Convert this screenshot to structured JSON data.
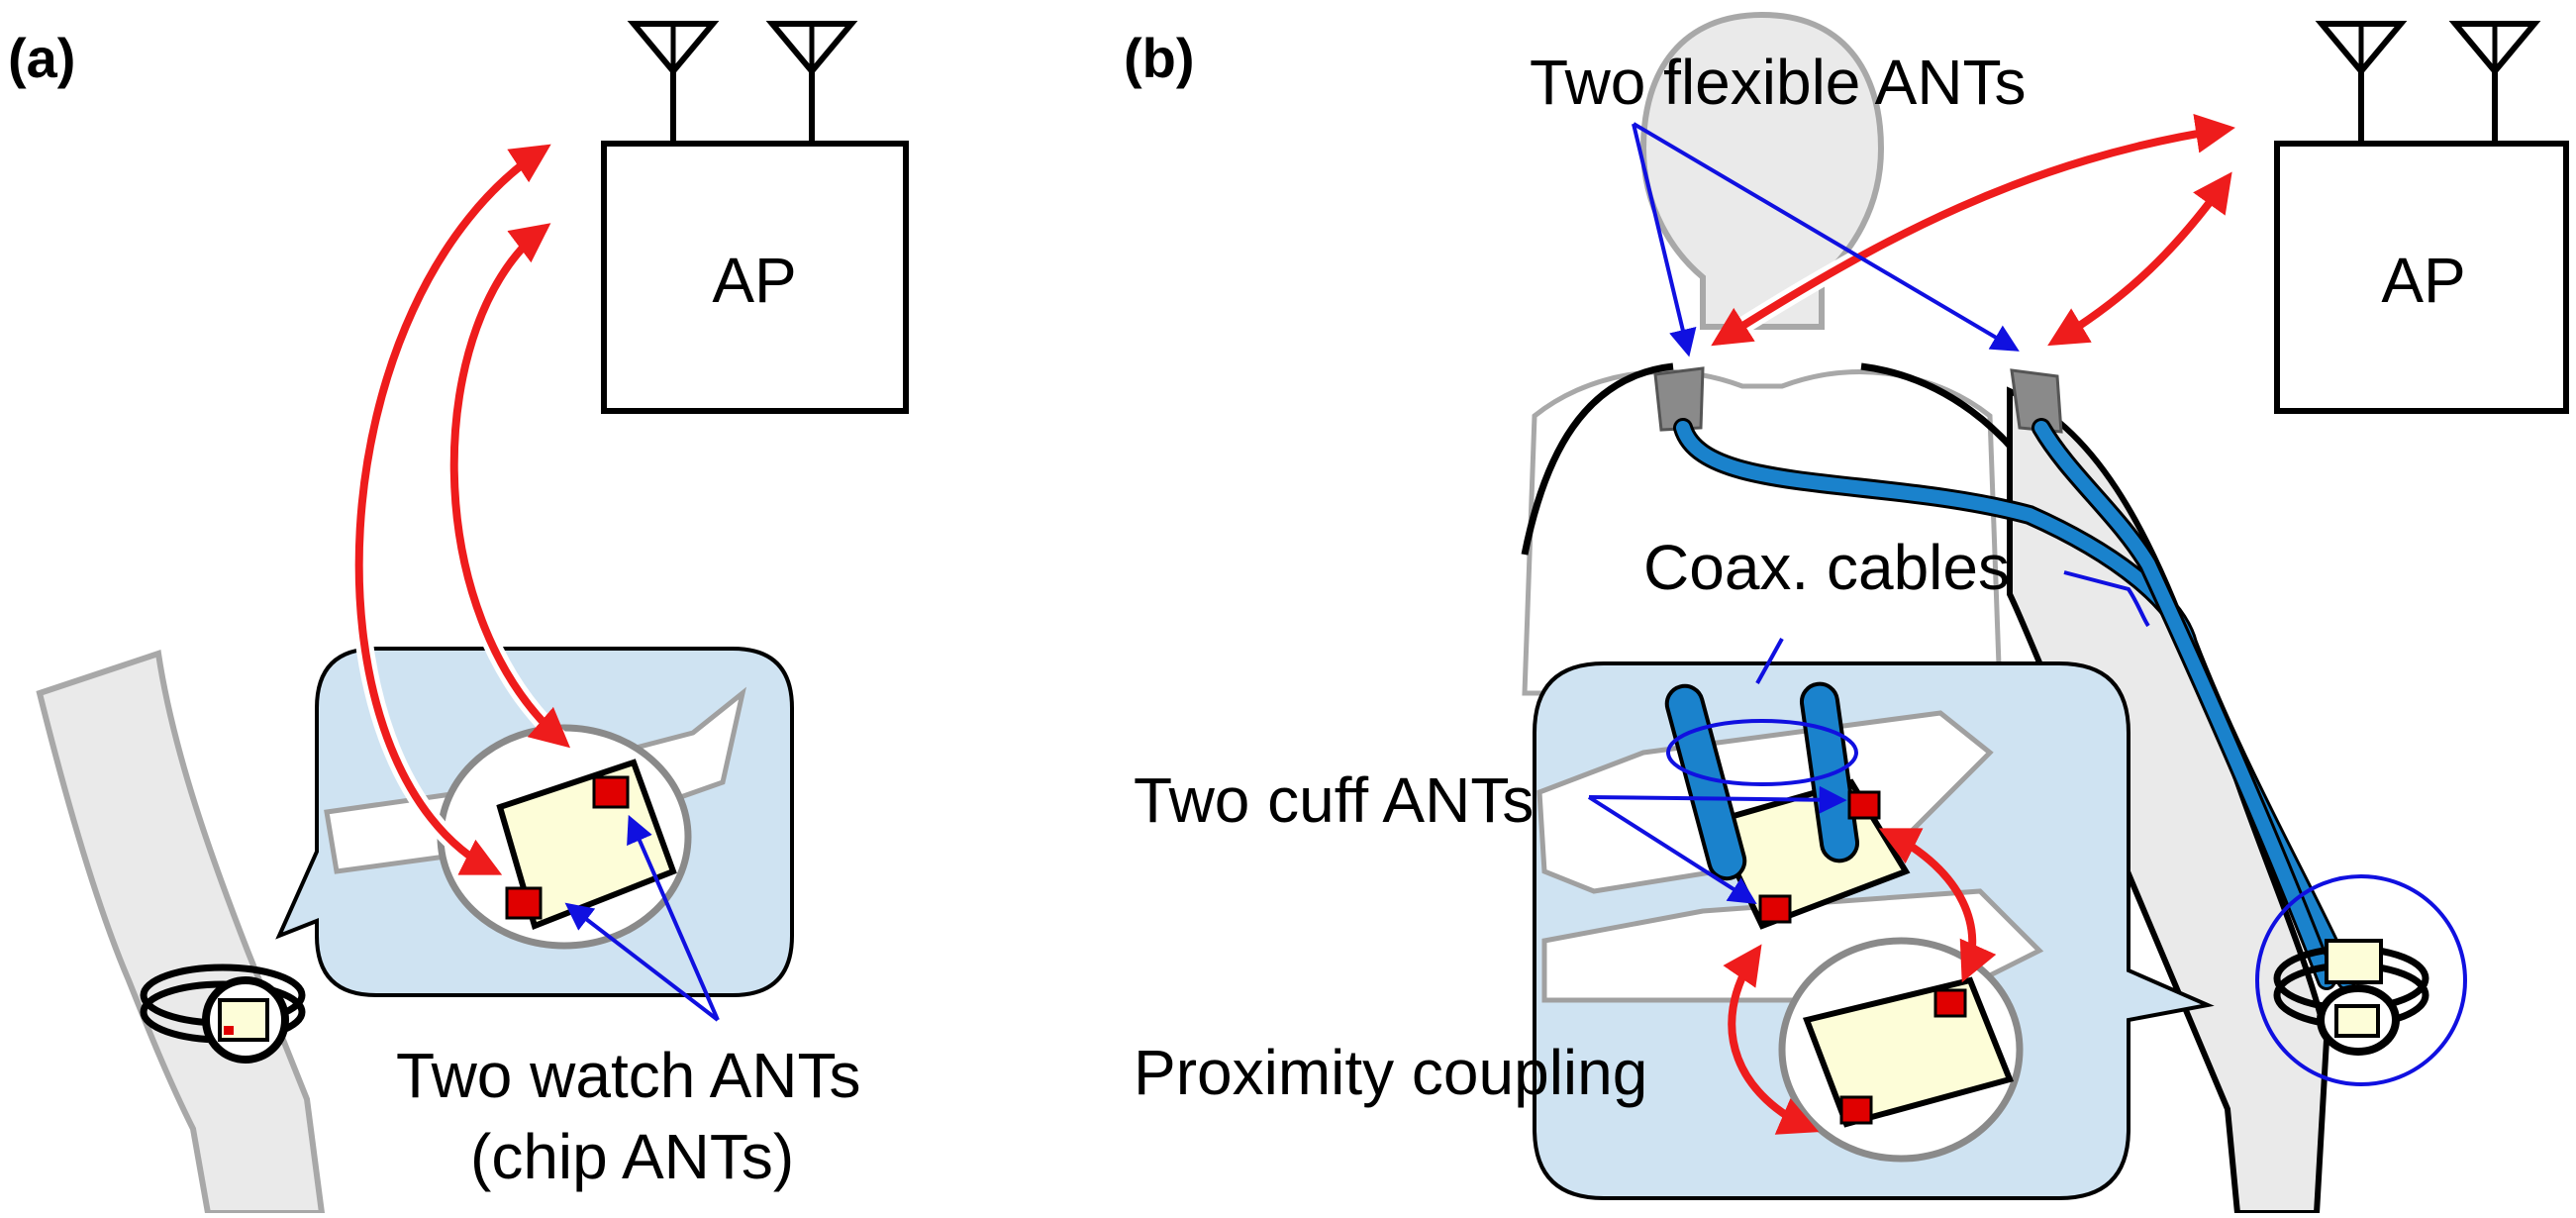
{
  "panel_a": {
    "label": "(a)",
    "ap_label": "AP",
    "watch_ants_line1": "Two watch ANTs",
    "watch_ants_line2": "(chip ANTs)"
  },
  "panel_b": {
    "label": "(b)",
    "ap_label": "AP",
    "flexible_ants": "Two flexible ANTs",
    "coax_cables": "Coax. cables",
    "cuff_ants": "Two cuff ANTs",
    "proximity_coupling": "Proximity coupling"
  },
  "colors": {
    "rf_link": "#ee1c1c",
    "pointer": "#1010e0",
    "cable": "#1a82cc",
    "callout_fill": "#cfe3f2",
    "chip_fill": "#fdfdd8",
    "antenna_chip": "#e00000",
    "body_fill": "#eaeaea"
  }
}
